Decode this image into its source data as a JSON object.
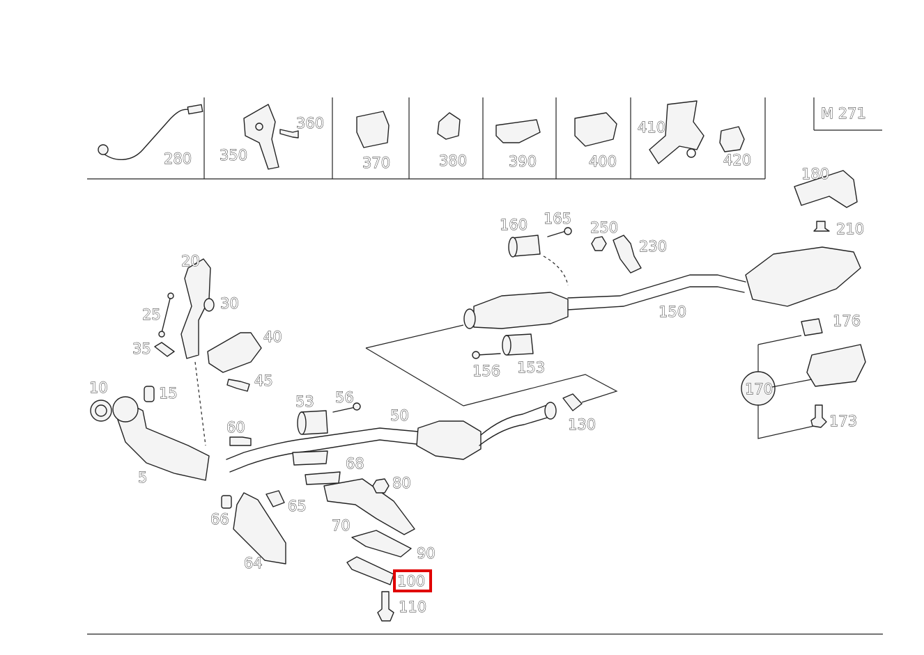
{
  "engine_code": "M 271",
  "highlighted_part": "100",
  "header_parts": [
    "280",
    "350",
    "360",
    "370",
    "380",
    "390",
    "400",
    "410",
    "420"
  ],
  "labels": {
    "p5": "5",
    "p10": "10",
    "p15": "15",
    "p20": "20",
    "p25": "25",
    "p30": "30",
    "p35": "35",
    "p40": "40",
    "p45": "45",
    "p50": "50",
    "p53": "53",
    "p56": "56",
    "p60": "60",
    "p64": "64",
    "p65": "65",
    "p66": "66",
    "p68": "68",
    "p70": "70",
    "p80": "80",
    "p90": "90",
    "p100": "100",
    "p110": "110",
    "p130": "130",
    "p150": "150",
    "p153": "153",
    "p156": "156",
    "p160": "160",
    "p165": "165",
    "p170": "170",
    "p173": "173",
    "p176": "176",
    "p180": "180",
    "p210": "210",
    "p230": "230",
    "p250": "250",
    "h280": "280",
    "h350": "350",
    "h360": "360",
    "h370": "370",
    "h380": "380",
    "h390": "390",
    "h400": "400",
    "h410": "410",
    "h420": "420"
  }
}
